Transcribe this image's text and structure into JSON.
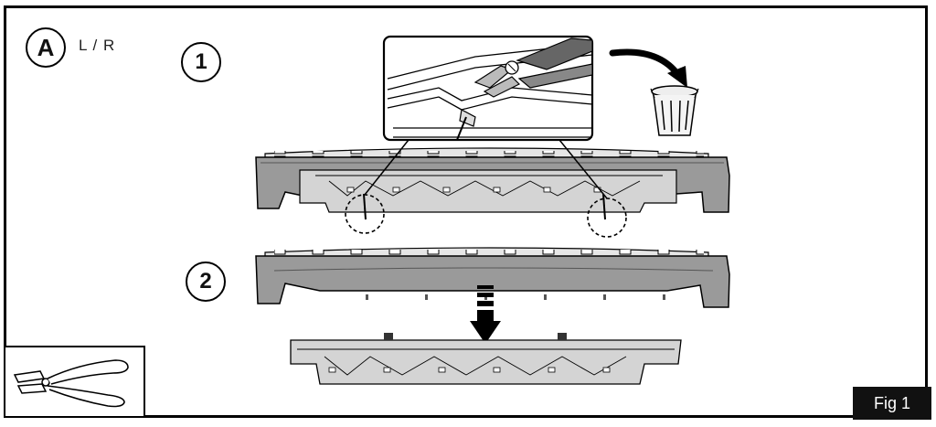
{
  "variant": {
    "letter": "A",
    "sides": "L / R"
  },
  "steps": [
    {
      "number": "1"
    },
    {
      "number": "2"
    }
  ],
  "figure_label": "Fig 1",
  "icons": {
    "tool": "diagonal-cutter-icon",
    "discard": "trash-bin-icon",
    "arrow": "curved-arrow-icon",
    "move_arrow": "down-arrow-icon"
  },
  "colors": {
    "part_fill": "#9a9a9a",
    "part_dark": "#6e6e6e",
    "bracket": "#d4d4d4",
    "line": "#000000"
  }
}
